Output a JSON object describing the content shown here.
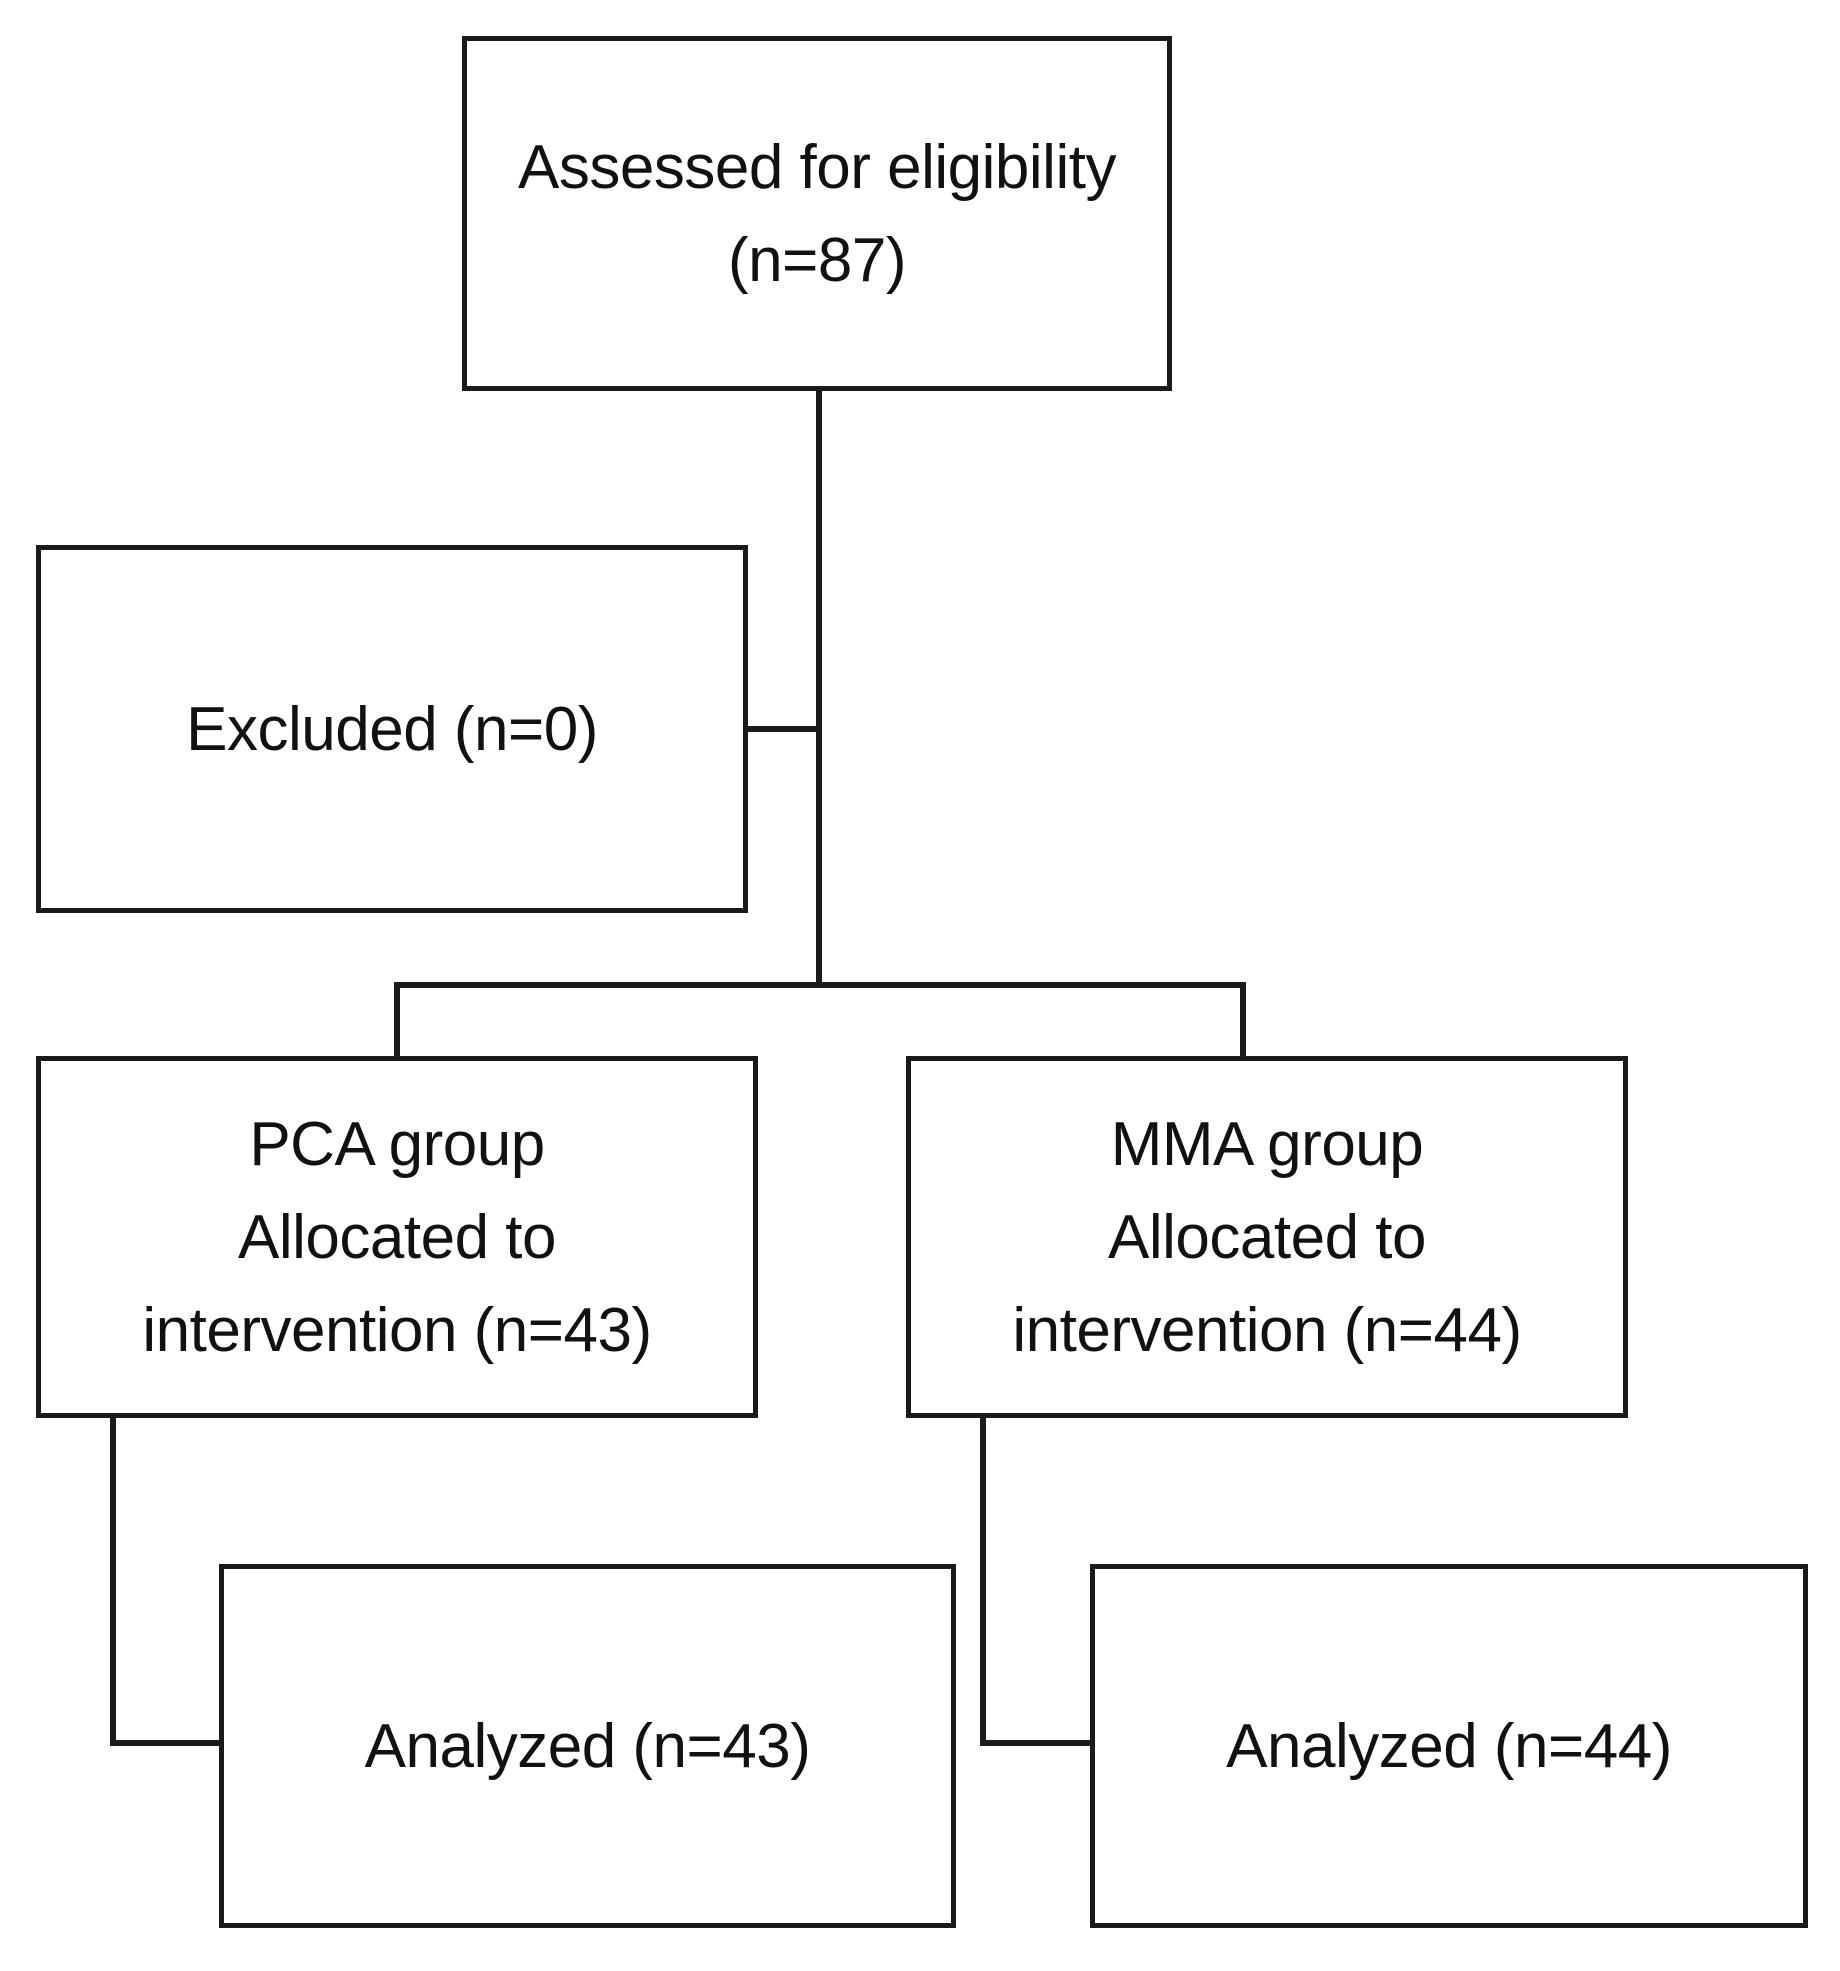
{
  "diagram": {
    "type": "consort-flow-diagram",
    "background_color": "#ffffff",
    "line_color": "#1a1a1a",
    "text_color": "#111111",
    "nodes": {
      "assessed": {
        "name": "assessed-for-eligibility",
        "line1": "Assessed for eligibility",
        "line2": "(n=87)"
      },
      "excluded": {
        "name": "excluded",
        "line1": "Excluded (n=0)"
      },
      "pca_group": {
        "name": "pca-group-allocation",
        "line1": "PCA group",
        "line2": "Allocated to",
        "line3": "intervention (n=43)"
      },
      "mma_group": {
        "name": "mma-group-allocation",
        "line1": "MMA group",
        "line2": "Allocated to",
        "line3": "intervention (n=44)"
      },
      "analyzed_pca": {
        "name": "analyzed-pca",
        "line1": "Analyzed (n=43)"
      },
      "analyzed_mma": {
        "name": "analyzed-mma",
        "line1": "Analyzed (n=44)"
      }
    },
    "counts": {
      "assessed_for_eligibility": 87,
      "excluded": 0,
      "pca_allocated": 43,
      "mma_allocated": 44,
      "pca_analyzed": 43,
      "mma_analyzed": 44
    },
    "connectors": [
      {
        "name": "trunk-assessed-to-split",
        "orientation": "vertical"
      },
      {
        "name": "excluded-stub",
        "orientation": "horizontal"
      },
      {
        "name": "allocation-split-bar",
        "orientation": "horizontal"
      },
      {
        "name": "split-drop-left-to-pca",
        "orientation": "vertical"
      },
      {
        "name": "split-drop-right-to-mma",
        "orientation": "vertical"
      },
      {
        "name": "pca-to-analyzed-down",
        "orientation": "vertical"
      },
      {
        "name": "pca-to-analyzed-right",
        "orientation": "horizontal"
      },
      {
        "name": "mma-to-analyzed-down",
        "orientation": "vertical"
      },
      {
        "name": "mma-to-analyzed-right",
        "orientation": "horizontal"
      }
    ]
  }
}
